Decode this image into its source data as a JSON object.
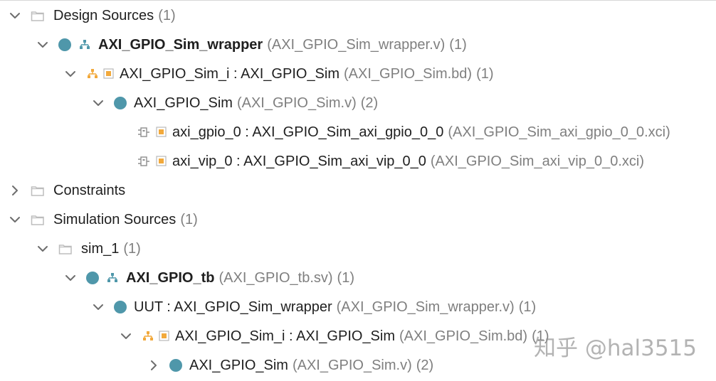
{
  "tree": {
    "rows": [
      {
        "label": "Design Sources",
        "count": "(1)",
        "toggle": "expanded",
        "icon": "folder-icon"
      },
      {
        "label": "AXI_GPIO_Sim_wrapper",
        "detail": "(AXI_GPIO_Sim_wrapper.v)",
        "count": "(1)",
        "toggle": "expanded",
        "icon": "top-module-icon",
        "bold": true
      },
      {
        "label": "AXI_GPIO_Sim_i : AXI_GPIO_Sim",
        "detail": "(AXI_GPIO_Sim.bd)",
        "count": "(1)",
        "toggle": "expanded",
        "icon": "block-design-icon"
      },
      {
        "label": "AXI_GPIO_Sim",
        "detail": "(AXI_GPIO_Sim.v)",
        "count": "(2)",
        "toggle": "expanded",
        "icon": "module-icon"
      },
      {
        "label": "axi_gpio_0 : AXI_GPIO_Sim_axi_gpio_0_0",
        "detail": "(AXI_GPIO_Sim_axi_gpio_0_0.xci)",
        "toggle": "none",
        "icon": "ip-icon"
      },
      {
        "label": "axi_vip_0 : AXI_GPIO_Sim_axi_vip_0_0",
        "detail": "(AXI_GPIO_Sim_axi_vip_0_0.xci)",
        "toggle": "none",
        "icon": "ip-icon"
      },
      {
        "label": "Constraints",
        "toggle": "collapsed",
        "icon": "folder-icon"
      },
      {
        "label": "Simulation Sources",
        "count": "(1)",
        "toggle": "expanded",
        "icon": "folder-icon"
      },
      {
        "label": "sim_1",
        "count": "(1)",
        "toggle": "expanded",
        "icon": "folder-icon"
      },
      {
        "label": "AXI_GPIO_tb",
        "detail": "(AXI_GPIO_tb.sv)",
        "count": "(1)",
        "toggle": "expanded",
        "icon": "top-module-icon",
        "bold": true
      },
      {
        "label": "UUT : AXI_GPIO_Sim_wrapper",
        "detail": "(AXI_GPIO_Sim_wrapper.v)",
        "count": "(1)",
        "toggle": "expanded",
        "icon": "module-icon"
      },
      {
        "label": "AXI_GPIO_Sim_i : AXI_GPIO_Sim",
        "detail": "(AXI_GPIO_Sim.bd)",
        "count": "(1)",
        "toggle": "expanded",
        "icon": "block-design-icon"
      },
      {
        "label": "AXI_GPIO_Sim",
        "detail": "(AXI_GPIO_Sim.v)",
        "count": "(2)",
        "toggle": "collapsed",
        "icon": "module-icon"
      }
    ]
  },
  "watermark": {
    "text": "知乎 @hal3515"
  },
  "colors": {
    "module": "#4f97aa",
    "hierarchy": "#4f97aa",
    "block_design": "#f2a93b",
    "muted_text": "#7f7f7f",
    "text": "#1f1f1f",
    "folder": "#c7c7c7"
  }
}
